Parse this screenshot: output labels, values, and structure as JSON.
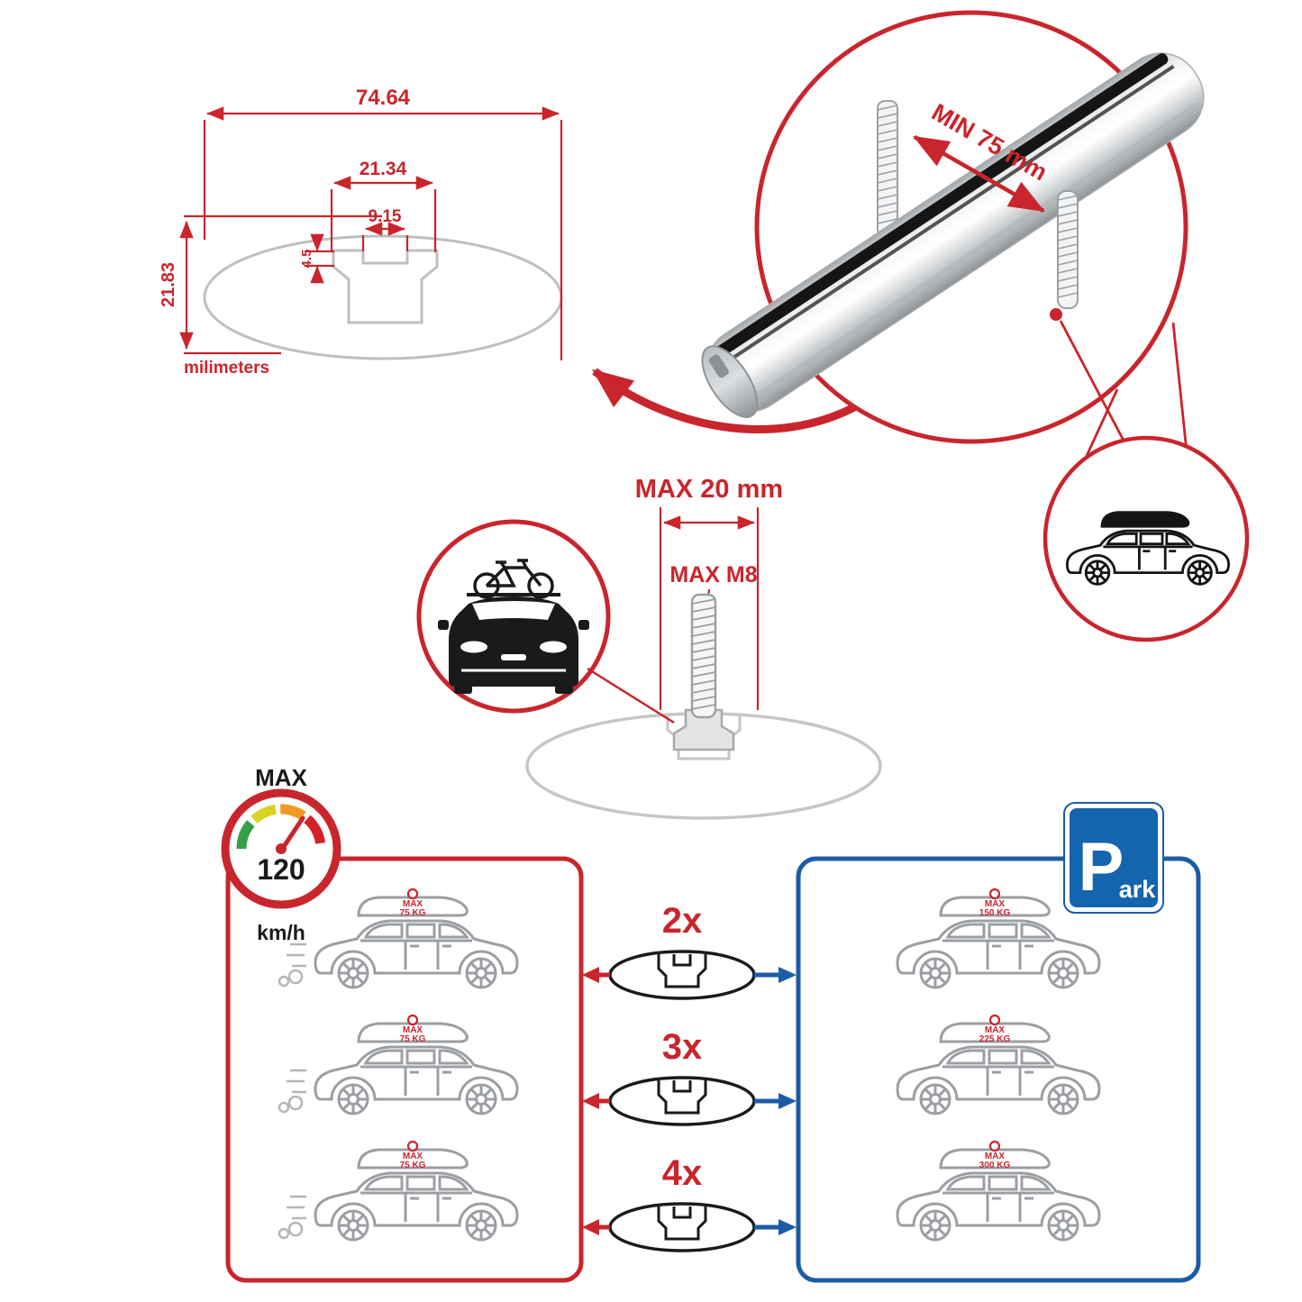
{
  "cross_section": {
    "width_mm": "74.64",
    "channel_width_mm": "21.34",
    "slot_width_mm": "9.15",
    "flange_height_mm": "4.5",
    "height_mm": "21.83",
    "unit": "milimeters"
  },
  "crossbar": {
    "min_spacing": "MIN 75 mm"
  },
  "bolt": {
    "max_protrusion": "MAX 20 mm",
    "max_thread": "MAX M8"
  },
  "speed": {
    "label": "MAX",
    "value": "120",
    "unit": "km/h"
  },
  "rows": [
    {
      "multiplier": "2x",
      "moving": {
        "label": "MAX",
        "weight": "75 KG"
      },
      "parked": {
        "label": "MAX",
        "weight": "150 KG"
      }
    },
    {
      "multiplier": "3x",
      "moving": {
        "label": "MAX",
        "weight": "75 KG"
      },
      "parked": {
        "label": "MAX",
        "weight": "225 KG"
      }
    },
    {
      "multiplier": "4x",
      "moving": {
        "label": "MAX",
        "weight": "75 KG"
      },
      "parked": {
        "label": "MAX",
        "weight": "300 KG"
      }
    }
  ],
  "park": {
    "letter": "P",
    "suffix": "ark"
  },
  "colors": {
    "accent_red": "#c9252c",
    "accent_blue": "#1c5ca5",
    "outline_gray": "#b5b5b5",
    "gauge_green": "#35a048",
    "gauge_yellow": "#d9d326",
    "gauge_orange": "#f29a1f",
    "gauge_red": "#d42027"
  }
}
